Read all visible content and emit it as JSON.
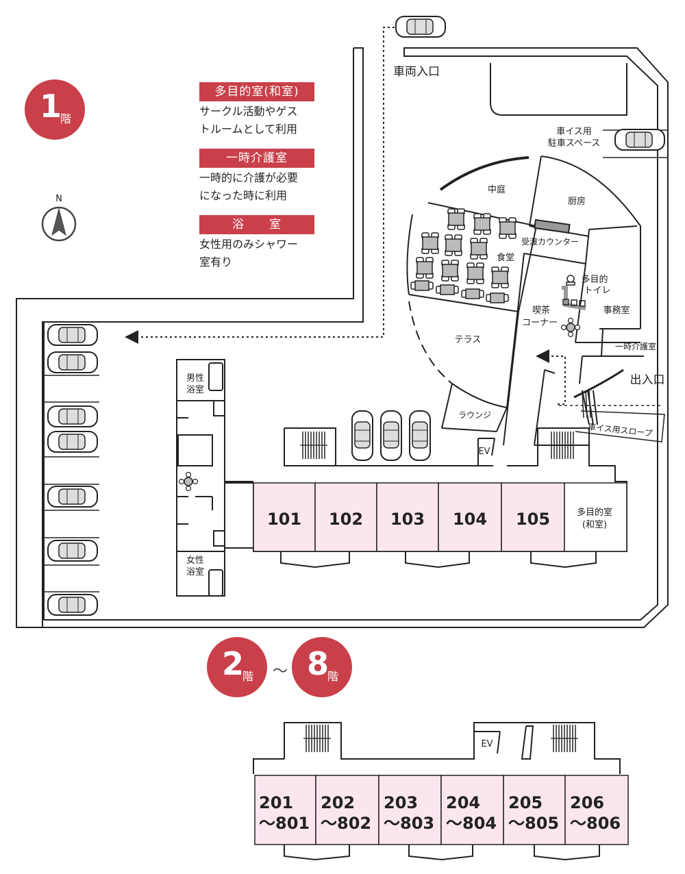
{
  "floor_badges": {
    "floor1": {
      "num": "1",
      "suffix": "階"
    },
    "floor2": {
      "num": "2",
      "suffix": "階"
    },
    "floor8": {
      "num": "8",
      "suffix": "階"
    },
    "range_sep": "〜"
  },
  "legend": [
    {
      "title": "多目的室(和室)",
      "lines": [
        "サークル活動やゲス",
        "トルームとして利用"
      ]
    },
    {
      "title": "一時介護室",
      "lines": [
        "一時的に介護が必要",
        "になった時に利用"
      ]
    },
    {
      "title": "浴　　室",
      "lines": [
        "女性用のみシャワー",
        "室有り"
      ]
    }
  ],
  "compass": {
    "label": "N"
  },
  "areas": {
    "vehicle_entrance": "車両入口",
    "wheelchair_parking": [
      "車イス用",
      "駐車スペース"
    ],
    "courtyard": "中庭",
    "kitchen": "厨房",
    "reception": "受渡カウンター",
    "dining": "食堂",
    "multi_toilet": [
      "多目的",
      "トイレ"
    ],
    "cafe": [
      "喫茶",
      "コーナー"
    ],
    "office": "事務室",
    "terrace": "テラス",
    "temp_care": "一時介護室",
    "entrance": "出入口",
    "lounge": "ラウンジ",
    "ramp": "車イス用スロープ",
    "ev": "EV",
    "ev_upper": "EV",
    "male_bath": [
      "男性",
      "浴室"
    ],
    "female_bath": [
      "女性",
      "浴室"
    ],
    "multi_room": [
      "多目的室",
      "(和室)"
    ]
  },
  "rooms_floor1": [
    "101",
    "102",
    "103",
    "104",
    "105"
  ],
  "rooms_upper": [
    {
      "top": "201",
      "bottom": "〜801"
    },
    {
      "top": "202",
      "bottom": "〜802"
    },
    {
      "top": "203",
      "bottom": "〜803"
    },
    {
      "top": "204",
      "bottom": "〜804"
    },
    {
      "top": "205",
      "bottom": "〜805"
    },
    {
      "top": "206",
      "bottom": "〜806"
    }
  ],
  "colors": {
    "accent": "#c9404a",
    "room_fill": "#fbe6ef",
    "line": "#222222"
  }
}
